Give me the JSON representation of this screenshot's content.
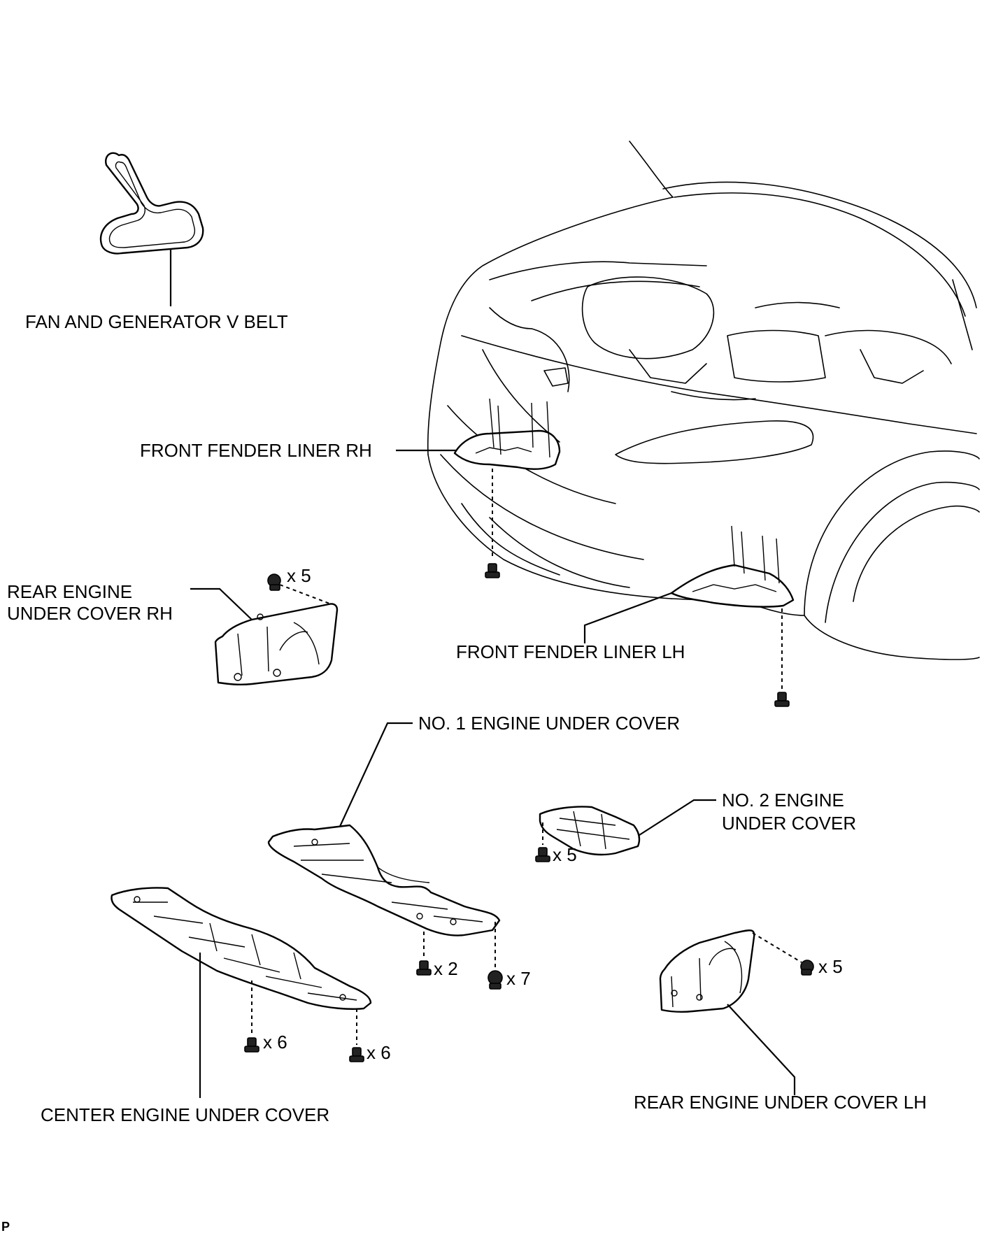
{
  "labels": {
    "fan_belt": "FAN AND GENERATOR V BELT",
    "front_fender_rh": "FRONT FENDER LINER RH",
    "rear_under_rh_line1": "REAR ENGINE",
    "rear_under_rh_line2": "UNDER COVER RH",
    "front_fender_lh": "FRONT FENDER LINER LH",
    "no1_under_cover": "NO. 1 ENGINE UNDER COVER",
    "no2_under_cover_line1": "NO. 2 ENGINE",
    "no2_under_cover_line2": "UNDER COVER",
    "rear_under_lh": "REAR ENGINE UNDER COVER LH",
    "center_under_cover": "CENTER ENGINE UNDER COVER"
  },
  "quantities": {
    "rear_rh_clips": "x 5",
    "no2_bolts": "x 5",
    "rear_lh_clips": "x 5",
    "no1_bolts": "x 2",
    "no1_clips": "x 7",
    "center_bolts_left": "x 6",
    "center_bolts_right": "x 6"
  },
  "corner_mark": "P"
}
